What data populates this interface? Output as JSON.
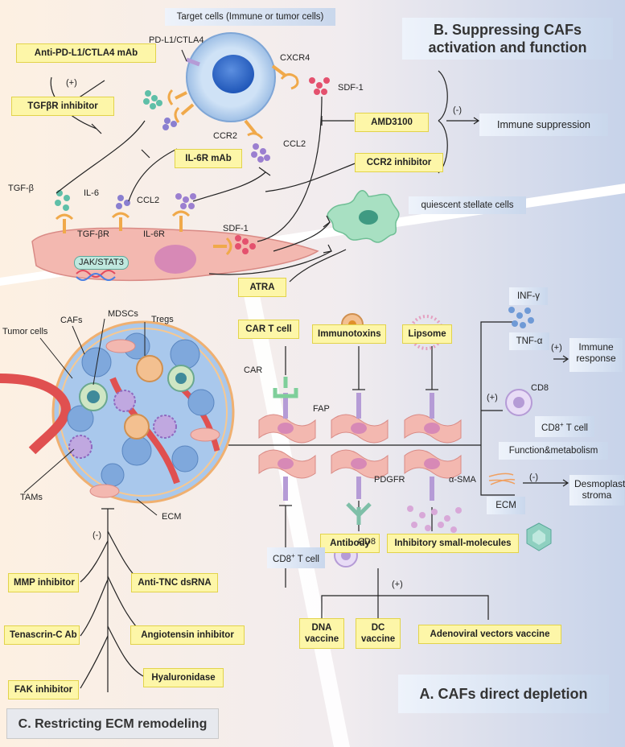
{
  "titles": {
    "b": "B. Suppressing CAFs activation and function",
    "a": "A. CAFs direct depletion",
    "c": "C. Restricting ECM remodeling"
  },
  "boxes": {
    "target_cells": "Target cells  (Immune or tumor cells)",
    "anti_pdl1": "Anti-PD-L1/CTLA4 mAb",
    "tgfbr_inhibitor": "TGFβR inhibitor",
    "il6r_mab": "IL-6R mAb",
    "amd3100": "AMD3100",
    "ccr2_inhibitor": "CCR2 inhibitor",
    "immune_suppression": "Immune suppression",
    "quiescent_stellate": "quiescent stellate cells",
    "atra": "ATRA",
    "car_t": "CAR T cell",
    "immunotoxins": "Immunotoxins",
    "lipsome": "Lipsome",
    "antibody": "Antibody",
    "inhibitory_small": "Inhibitory small-molecules",
    "immune_response": "Immune\nresponse",
    "desmoplastic": "Desmoplastic\nstroma",
    "cd8_t_left": "CD8",
    "dna_vaccine": "DNA\nvaccine",
    "dc_vaccine": "DC\nvaccine",
    "adenoviral": "Adenoviral vectors vaccine",
    "mmp": "MMP inhibitor",
    "anti_tnc": "Anti-TNC dsRNA",
    "tenascrin": "Tenascrin-C Ab",
    "angiotensin": "Angiotensin inhibitor",
    "fak": "FAK inhibitor",
    "hyaluronidase": "Hyaluronidase",
    "ecm_box": "ECM"
  },
  "labels": {
    "pdl1": "PD-L1/CTLA4",
    "plus_top": "(+)",
    "cxcr4": "CXCR4",
    "sdf1_top": "SDF-1",
    "ccr2": "CCR2",
    "ccl2_right": "CCL2",
    "ccl2_left": "CCL2",
    "tgfb": "TGF-β",
    "il6": "IL-6",
    "tgfbr": "TGF-βR",
    "il6r": "IL-6R",
    "sdf1_mid": "SDF-1",
    "jak": "JAK/STAT3",
    "minus_b": "(-)",
    "caf": "CAFs",
    "mdscs": "MDSCs",
    "tregs": "Tregs",
    "tumor_cells": "Tumor cells",
    "tams": "TAMs",
    "ecm": "ECM",
    "minus_c": "(-)",
    "car": "CAR",
    "fap": "FAP",
    "pdgfr": "PDGFR",
    "asma": "α-SMA",
    "inf": "INF-γ",
    "tnf": "TNF-α",
    "plus_inf": "(+)",
    "plus_cd8": "(+)",
    "cd8": "CD8",
    "cd8_t_cell": "CD8",
    "t_cell_suffix": " T cell",
    "function_metabolism": "Function&metabolism",
    "minus_ecm": "(-)",
    "cd8_bottom": "CD8",
    "plus_bottom": "(+)"
  },
  "colors": {
    "yellow_box": "#fdf6a8",
    "blue_box": "#c9d7ec",
    "caf_cell": "#f3b8b0",
    "target_cell": "#a9c8ec",
    "stellate": "#a8e0c2"
  }
}
